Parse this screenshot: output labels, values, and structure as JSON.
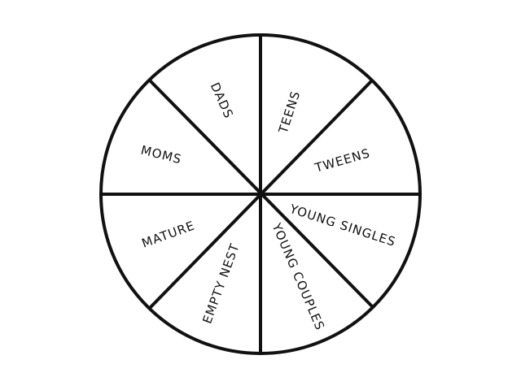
{
  "wheel": {
    "line_color": "#111111",
    "segments": [
      {
        "key": "teens",
        "label": "TEENS"
      },
      {
        "key": "tweens",
        "label": "TWEENS"
      },
      {
        "key": "young_singles",
        "label": "YOUNG SINGLES"
      },
      {
        "key": "young_couples",
        "label": "YOUNG COUPLES"
      },
      {
        "key": "empty_nest",
        "label": "EMPTY NEST"
      },
      {
        "key": "mature",
        "label": "MATURE"
      },
      {
        "key": "moms",
        "label": "MOMS"
      },
      {
        "key": "dads",
        "label": "DADS"
      }
    ]
  }
}
